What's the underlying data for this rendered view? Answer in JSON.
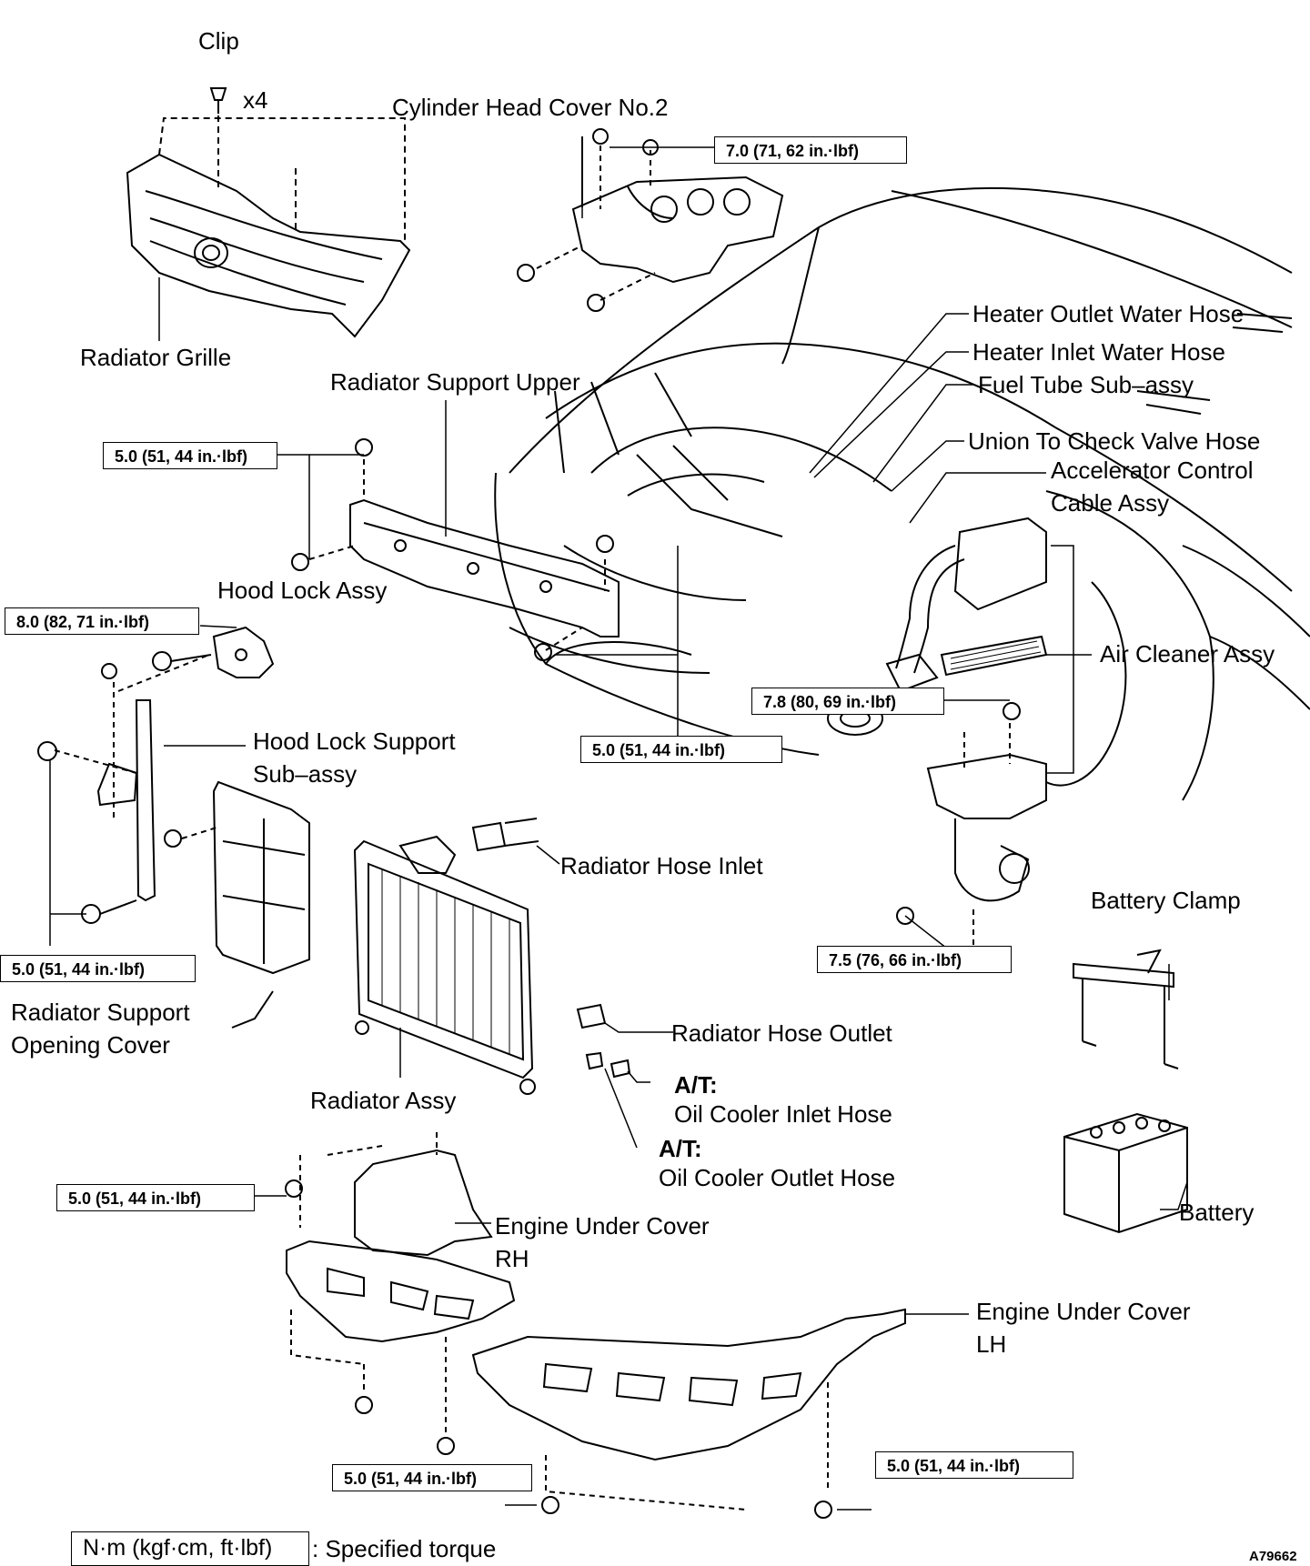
{
  "labels": {
    "clip": "Clip",
    "clip_qty": "x4",
    "cylinder_head_cover": "Cylinder Head Cover No.2",
    "radiator_grille": "Radiator Grille",
    "radiator_support_upper": "Radiator Support Upper",
    "heater_outlet": "Heater Outlet Water Hose",
    "heater_inlet": "Heater Inlet Water Hose",
    "fuel_tube": "Fuel Tube Sub–assy",
    "union_check_valve": "Union To Check Valve Hose",
    "accel_cable_1": "Accelerator  Control",
    "accel_cable_2": "Cable Assy",
    "hood_lock_assy": "Hood Lock Assy",
    "air_cleaner": "Air Cleaner Assy",
    "hood_lock_support_1": "Hood  Lock  Support",
    "hood_lock_support_2": "Sub–assy",
    "radiator_hose_inlet": "Radiator Hose Inlet",
    "battery_clamp": "Battery Clamp",
    "rad_support_cover_1": "Radiator  Support",
    "rad_support_cover_2": "Opening Cover",
    "radiator_hose_outlet": "Radiator Hose Outlet",
    "at_1": "A/T:",
    "oil_cooler_inlet": "Oil Cooler Inlet Hose",
    "at_2": "A/T:",
    "oil_cooler_outlet": "Oil Cooler Outlet Hose",
    "radiator_assy": "Radiator Assy",
    "battery": "Battery",
    "engine_under_rh_1": "Engine  Under  Cover",
    "engine_under_rh_2": "RH",
    "engine_under_lh_1": "Engine  Under  Cover",
    "engine_under_lh_2": "LH"
  },
  "torques": {
    "t_cyl_head": "7.0 (71, 62 in.·lbf)",
    "t_rad_support_upper": "5.0 (51, 44 in.·lbf)",
    "t_hood_lock": "8.0 (82, 71 in.·lbf)",
    "t_air_cleaner_top": "7.8 (80, 69 in.·lbf)",
    "t_rad_support_lower": "5.0 (51, 44 in.·lbf)",
    "t_hood_support": "5.0 (51, 44 in.·lbf)",
    "t_air_cleaner_bottom": "7.5 (76, 66 in.·lbf)",
    "t_under_rh": "5.0 (51, 44 in.·lbf)",
    "t_under_center": "5.0 (51, 44 in.·lbf)",
    "t_under_lh": "5.0 (51, 44 in.·lbf)"
  },
  "legend": {
    "box": "N·m (kgf·cm, ft·lbf)",
    "text": ": Specified torque"
  },
  "figure_code": "A79662"
}
